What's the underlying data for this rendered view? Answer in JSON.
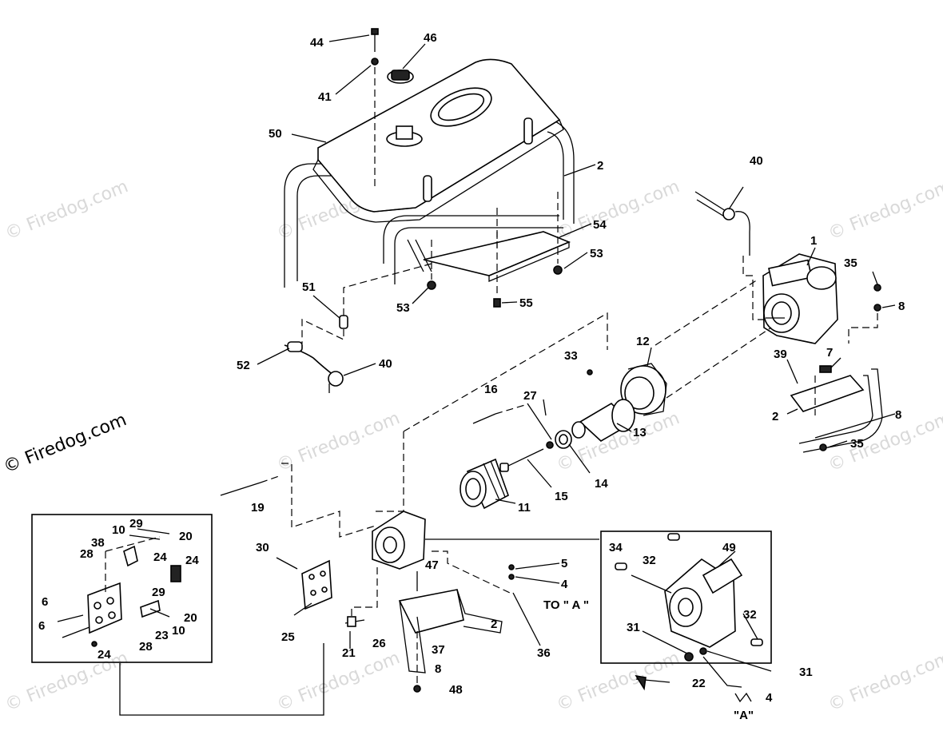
{
  "watermark": {
    "text": "© Firedog.com",
    "color": "#d9d9d9"
  },
  "callouts": {
    "c44": "44",
    "c46": "46",
    "c41": "41",
    "c50": "50",
    "c2a": "2",
    "c40a": "40",
    "c54": "54",
    "c53a": "53",
    "c53b": "53",
    "c55": "55",
    "c1": "1",
    "c35a": "35",
    "c8a": "8",
    "c51": "51",
    "c52": "52",
    "c40b": "40",
    "c33": "33",
    "c12": "12",
    "c39": "39",
    "c7": "7",
    "c2b": "2",
    "c8b": "8",
    "c35b": "35",
    "c16": "16",
    "c27": "27",
    "c13": "13",
    "c14": "14",
    "c15": "15",
    "c11": "11",
    "c19": "19",
    "c29a": "29",
    "c10a": "10",
    "c20a": "20",
    "c38": "38",
    "c28a": "28",
    "c24a": "24",
    "c24b": "24",
    "c30": "30",
    "c6a": "6",
    "c6b": "6",
    "c29b": "29",
    "c20b": "20",
    "c10b": "10",
    "c23": "23",
    "c28b": "28",
    "c24c": "24",
    "c25": "25",
    "c21": "21",
    "c26": "26",
    "c47": "47",
    "c5": "5",
    "c4a": "4",
    "c36": "36",
    "c2c": "2",
    "c37": "37",
    "c8c": "8",
    "c48": "48",
    "c34": "34",
    "c32a": "32",
    "c49": "49",
    "c32b": "32",
    "c31a": "31",
    "c31b": "31",
    "c22": "22",
    "c4b": "4"
  },
  "references": {
    "to_a": "TO \" A \"",
    "a": "\"A\""
  }
}
